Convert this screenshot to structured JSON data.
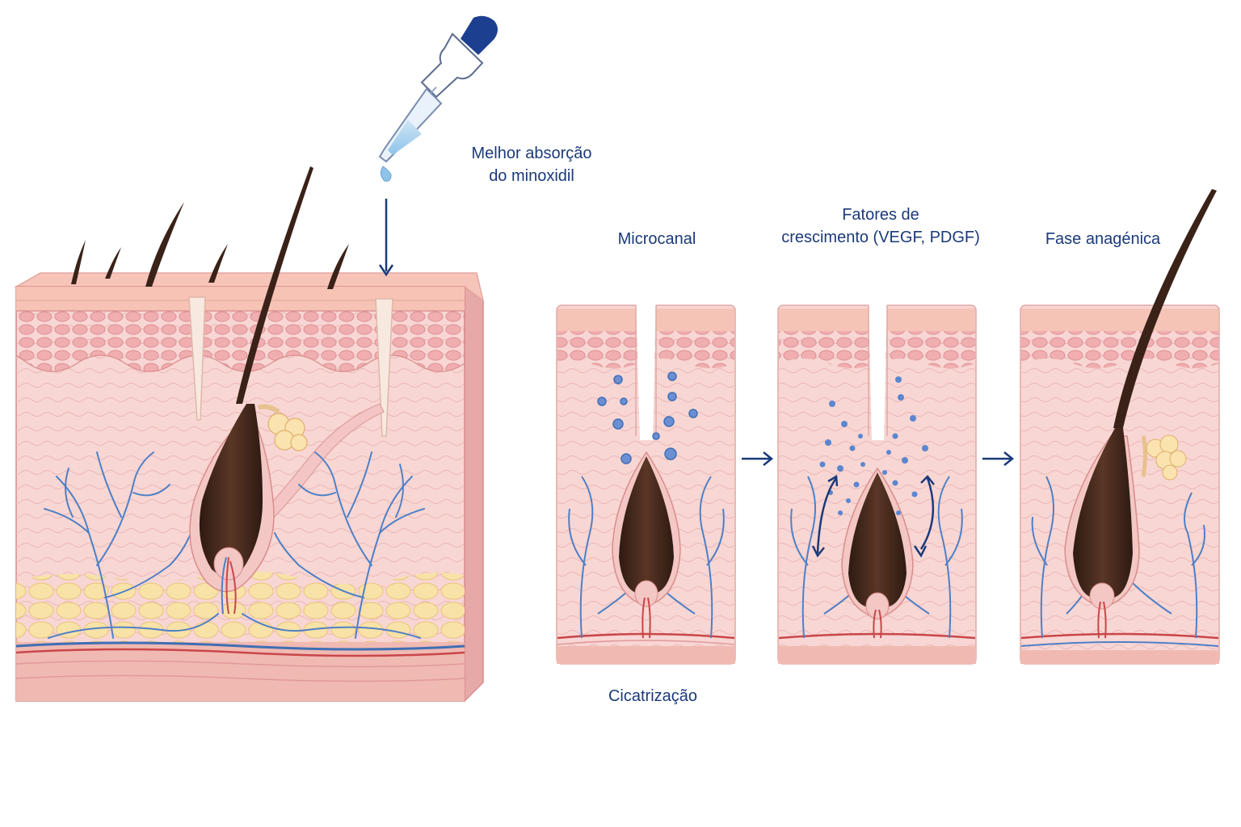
{
  "labels": {
    "absorption_line1": "Melhor absorção",
    "absorption_line2": "do minoxidil",
    "microchannel": "Microcanal",
    "growth_factors_line1": "Fatores de",
    "growth_factors_line2": "crescimento (VEGF, PDGF)",
    "anagen_phase": "Fase anagénica",
    "healing": "Cicatrização"
  },
  "colors": {
    "text": "#1b3a7a",
    "skin": "#f7d3d1",
    "epidermis": "#eea5a8",
    "fat": "#f7dc9c",
    "hair": "#4a2a1e",
    "vessel_blue": "#4f80c6",
    "vessel_red": "#c9464a",
    "arrow": "#1b3a7a"
  },
  "icons": [
    "dropper-icon",
    "drop-icon",
    "arrow-down-icon",
    "arrow-right-icon",
    "curved-arrow-icon"
  ]
}
